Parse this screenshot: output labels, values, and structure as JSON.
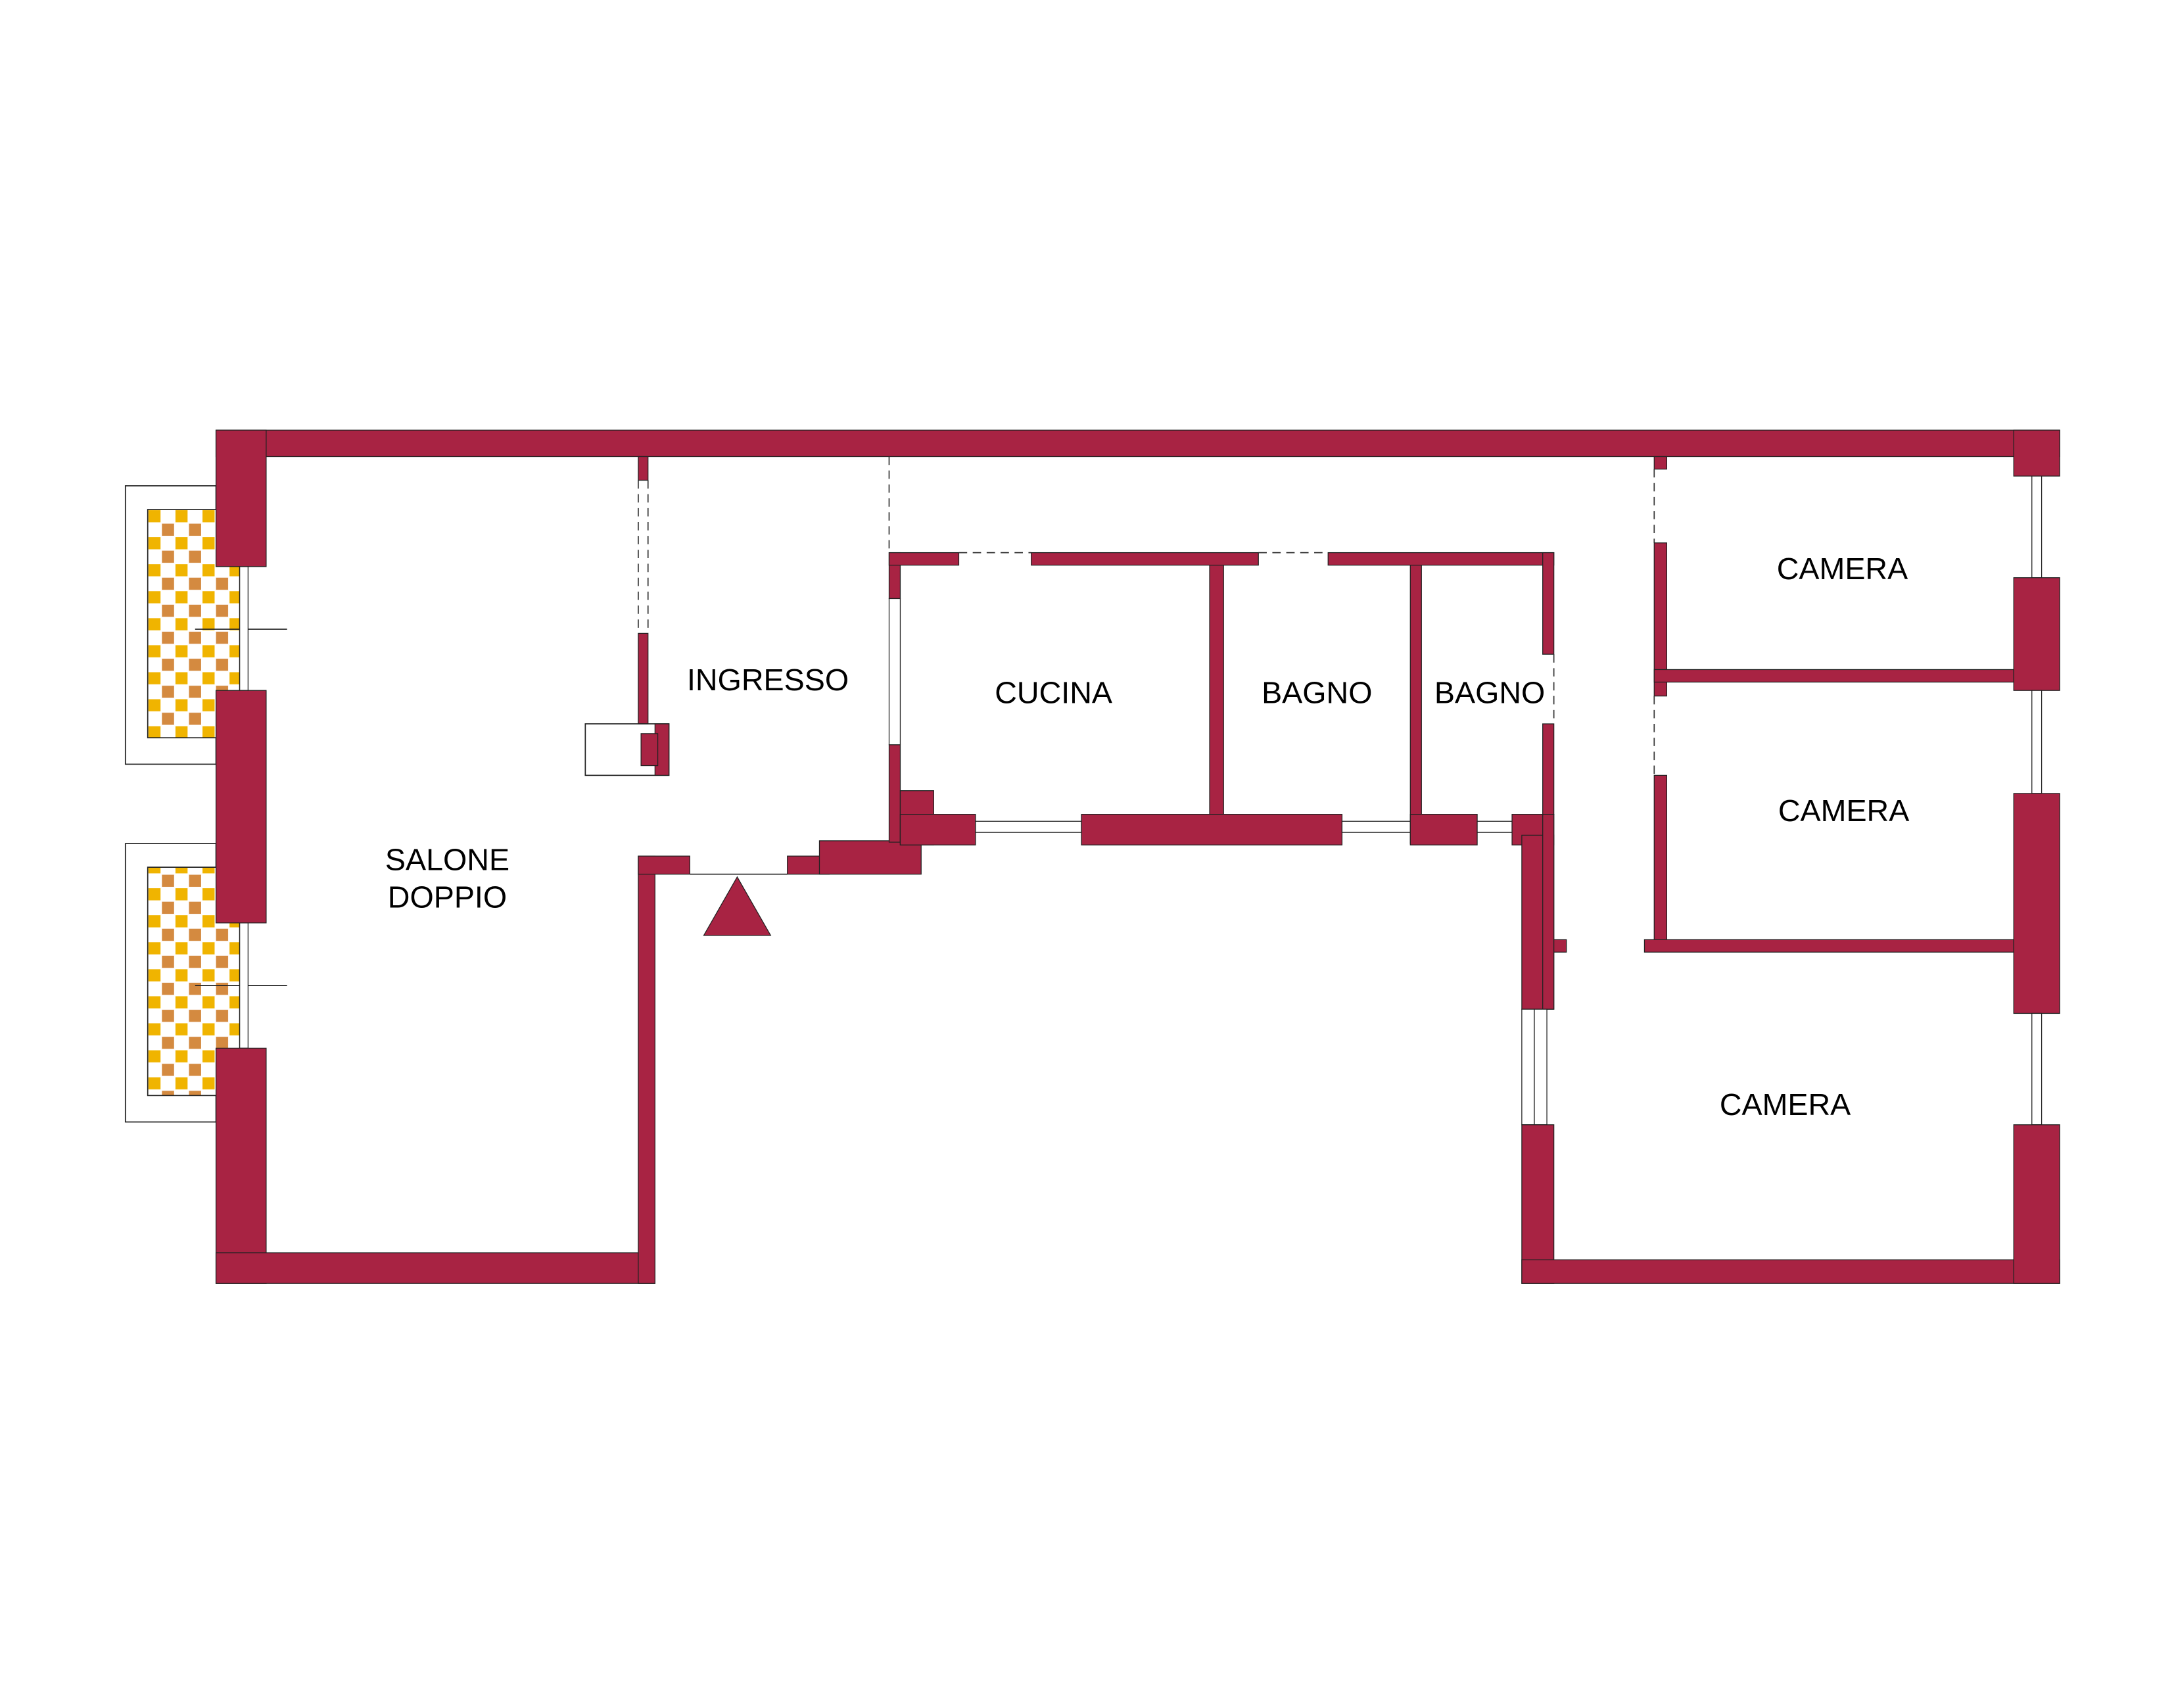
{
  "plan": {
    "wall_color": "#a82343",
    "tile_colors": [
      "#f0b400",
      "#d48a40"
    ],
    "rooms": {
      "salone_line1": "SALONE",
      "salone_line2": "DOPPIO",
      "ingresso": "INGRESSO",
      "cucina": "CUCINA",
      "bagno1": "BAGNO",
      "bagno2": "BAGNO",
      "camera1": "CAMERA",
      "camera2": "CAMERA",
      "camera3": "CAMERA"
    }
  }
}
